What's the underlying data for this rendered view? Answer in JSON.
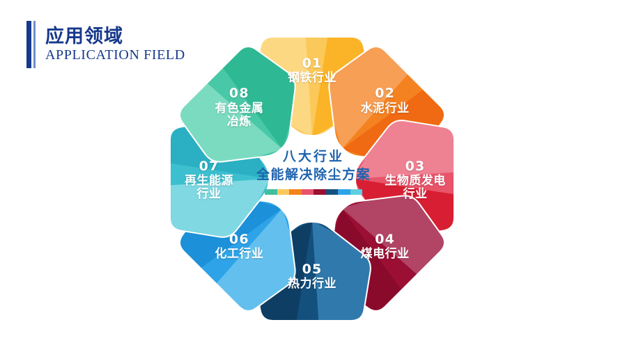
{
  "header": {
    "title_cn": "应用领域",
    "title_en": "APPLICATION FIELD",
    "accent_color": "#17398C"
  },
  "center": {
    "line1": "八大行业",
    "line2": "全能解决除尘方案",
    "text_color": "#1F63AE",
    "bar_colors": [
      "#3FBFA0",
      "#FBC85A",
      "#F58220",
      "#E8546A",
      "#9B0F34",
      "#14507E",
      "#2EA3E8",
      "#5ECEE0"
    ]
  },
  "wheel": {
    "segments": [
      {
        "number": "01",
        "name": "钢铁行业",
        "base": "#FBC85A",
        "light": "#FDD883",
        "dark": "#FBB427",
        "angle": 0
      },
      {
        "number": "02",
        "name": "水泥行业",
        "base": "#F58220",
        "light": "#F79F55",
        "dark": "#EF6A13",
        "angle": 45
      },
      {
        "number": "03",
        "name": "生物质发电\n行业",
        "base": "#E8546A",
        "light": "#EE8192",
        "dark": "#D81E32",
        "angle": 90
      },
      {
        "number": "04",
        "name": "煤电行业",
        "base": "#9B0F34",
        "light": "#B24566",
        "dark": "#8A0A2C",
        "angle": 135
      },
      {
        "number": "05",
        "name": "热力行业",
        "base": "#14507E",
        "light": "#3079AC",
        "dark": "#0E3E63",
        "angle": 180
      },
      {
        "number": "06",
        "name": "化工行业",
        "base": "#2EA3E8",
        "light": "#63C0EE",
        "dark": "#1C90D8",
        "angle": 225
      },
      {
        "number": "07",
        "name": "再生能源\n行业",
        "base": "#3CBFCF",
        "light": "#7FD8E2",
        "dark": "#2BAFC2",
        "angle": 270
      },
      {
        "number": "08",
        "name": "有色金属\n冶炼",
        "base": "#48C8A6",
        "light": "#7BDBC0",
        "dark": "#2FB894",
        "angle": 315
      }
    ]
  }
}
